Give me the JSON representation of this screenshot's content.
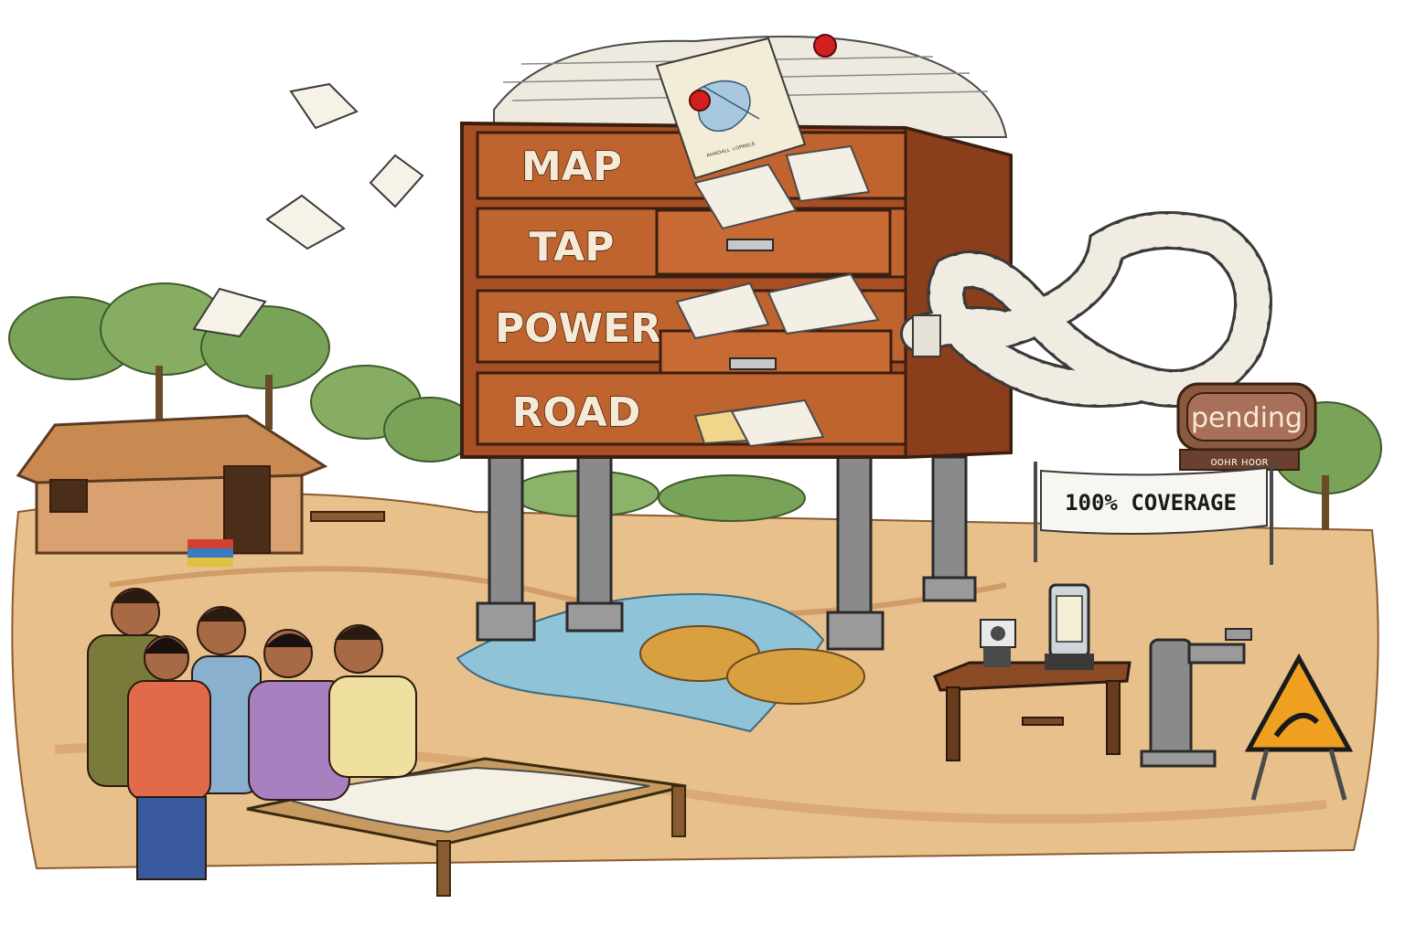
{
  "cabinet": {
    "drawers": [
      "MAP",
      "TAP",
      "POWER",
      "ROAD"
    ]
  },
  "status_sign": {
    "label": "pending",
    "sublabel": "ᴏᴏʜʀ ʜᴏᴏʀ"
  },
  "banner": {
    "text": "100% COVERAGE"
  },
  "map_sheet": {
    "caption": "ᴬᴴᴬᴰᴬᴸᴸ ᴸᴼᴾᴿᴱᴸᴱ"
  },
  "colors": {
    "cabinet_wood": "#b5582a",
    "drawer_face": "#c0642f",
    "earth": "#e2b27a",
    "water": "#8fc3d8",
    "sign_brown": "#7a4a35",
    "warning_orange": "#f0a020",
    "trees": "#7aa35a"
  }
}
